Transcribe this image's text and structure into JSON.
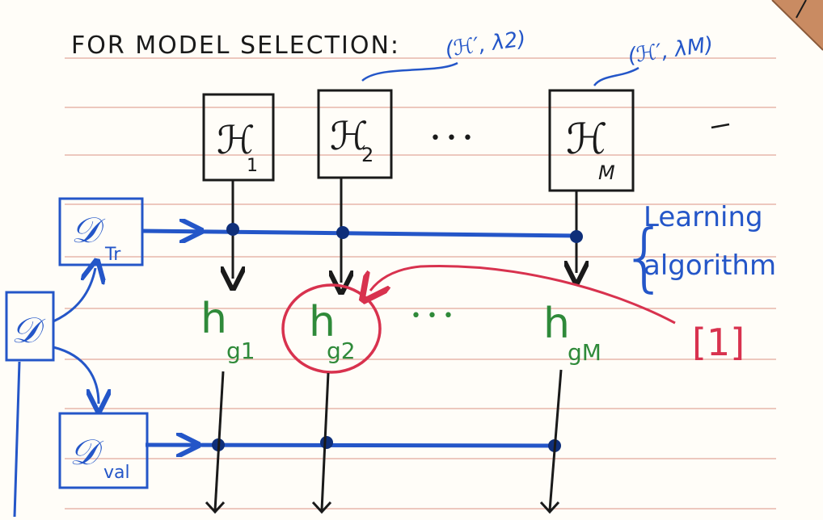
{
  "title": "FOR MODEL SELECTION:",
  "colors": {
    "paper": "#fffdf8",
    "rule_line": "#e2a89a",
    "ink_black": "#1a1a1a",
    "ink_blue": "#2456c8",
    "ink_green": "#2f8a3a",
    "ink_red": "#d8324e",
    "corner": "#c98b62"
  },
  "hypothesis_sets": [
    {
      "symbol": "ℋ",
      "index": "1",
      "annotation": ""
    },
    {
      "symbol": "ℋ",
      "index": "2",
      "annotation": "(ℋ′, λ2)"
    },
    {
      "symbol": "ℋ",
      "index": "M",
      "annotation": "(ℋ′, λM)"
    }
  ],
  "ellipsis": "• • •",
  "hypotheses": [
    {
      "symbol": "h",
      "sub": "g1"
    },
    {
      "symbol": "h",
      "sub": "g2"
    },
    {
      "symbol": "h",
      "sub": "gM"
    }
  ],
  "data_nodes": {
    "full": {
      "symbol": "𝒟"
    },
    "train": {
      "symbol": "𝒟",
      "sub": "Tr"
    },
    "val": {
      "symbol": "𝒟",
      "sub": "val"
    }
  },
  "learning_label": [
    "Learning",
    "algorithm"
  ],
  "reference_marker": "[1]"
}
